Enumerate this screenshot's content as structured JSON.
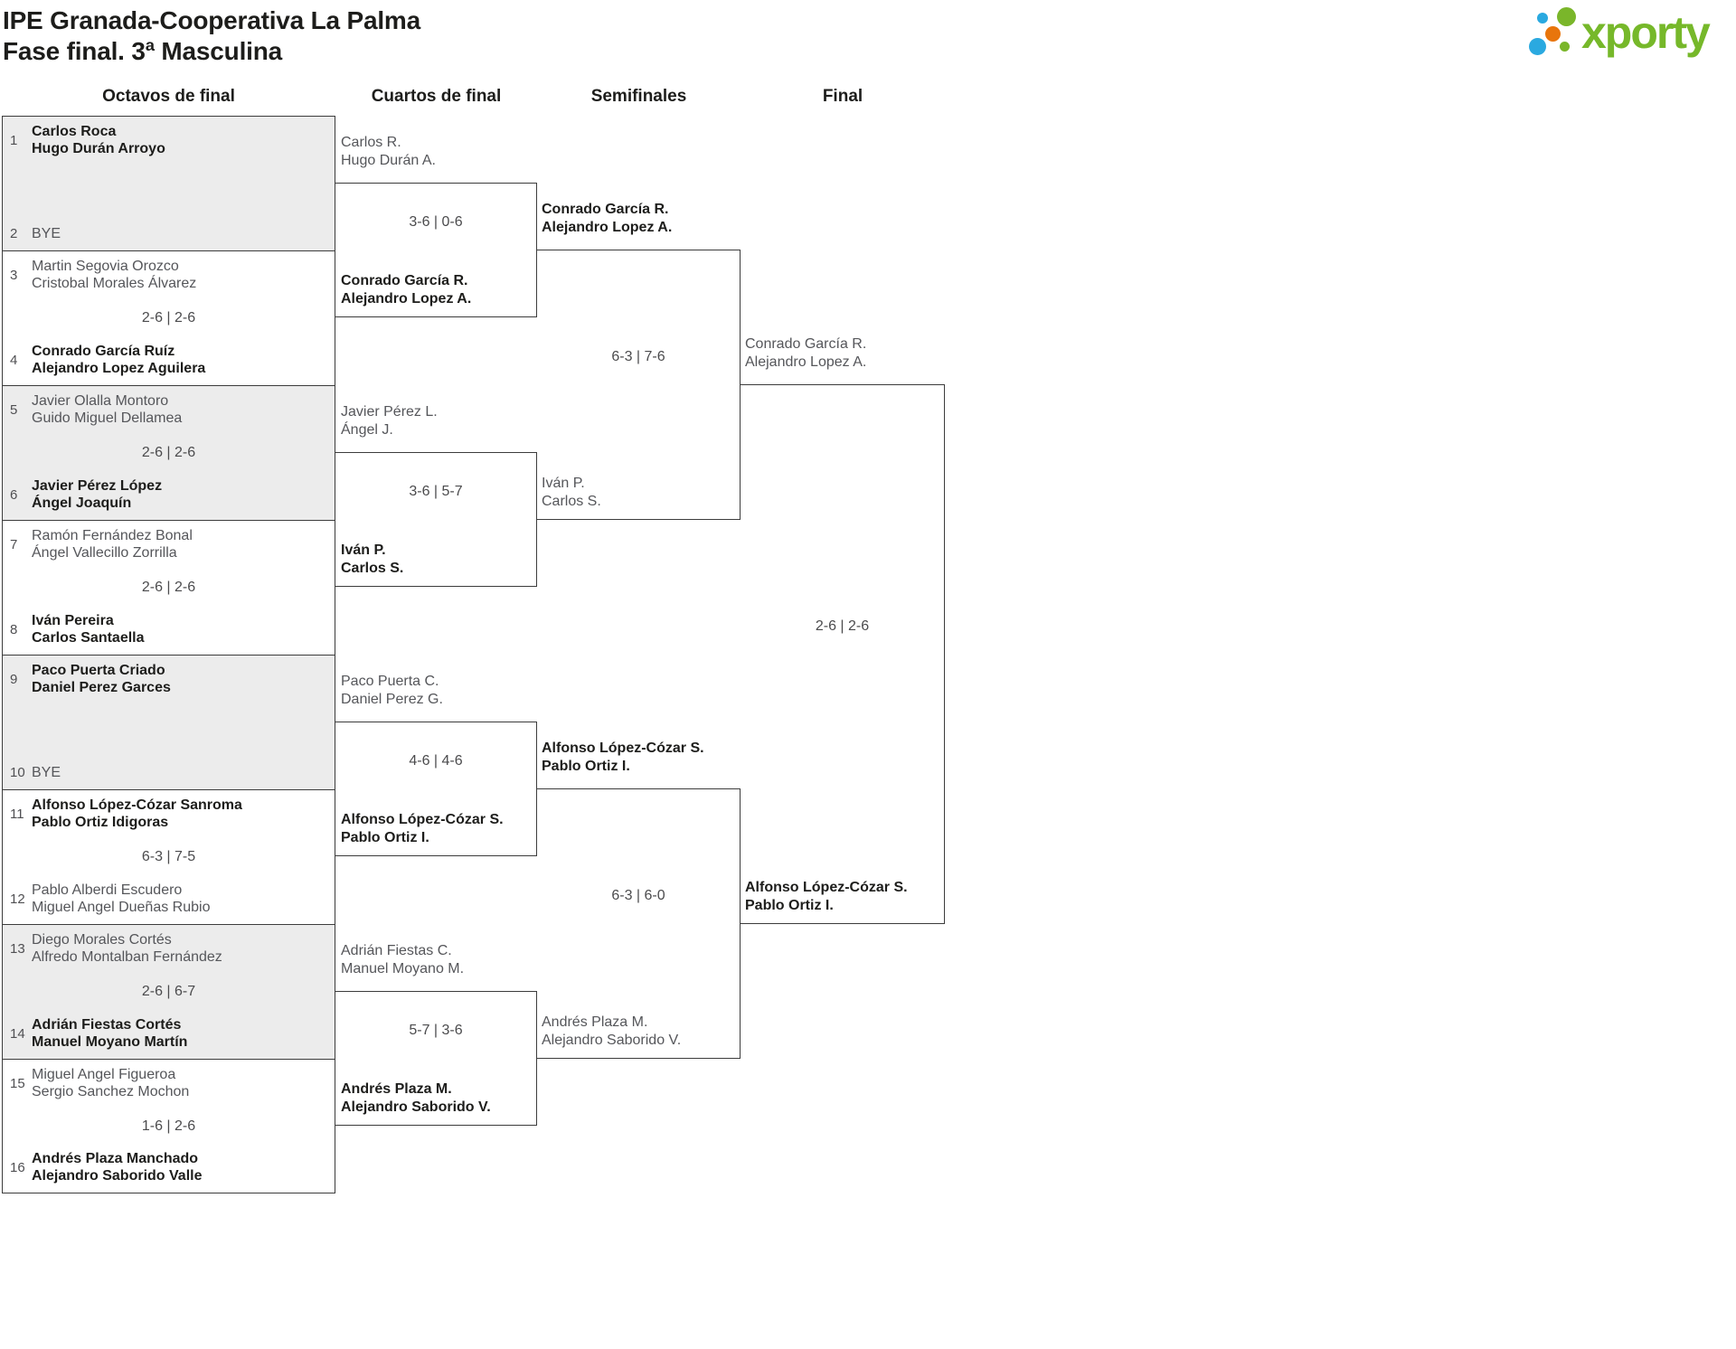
{
  "header": {
    "title_line1": "IPE Granada-Cooperativa La Palma",
    "title_line2": "Fase final. 3ª Masculina"
  },
  "logo": {
    "text": "xporty",
    "colors": {
      "green": "#76b82a",
      "blue": "#2aa9e0",
      "orange": "#e8750c"
    }
  },
  "rounds": [
    "Octavos de final",
    "Cuartos de final",
    "Semifinales",
    "Final"
  ],
  "octavos": {
    "matches": [
      {
        "s1": "1",
        "t1": [
          "Carlos Roca",
          "Hugo Durán Arroyo"
        ],
        "s2": "2",
        "t2": [
          "BYE"
        ],
        "score": null
      },
      {
        "s1": "3",
        "t1": [
          "Martin Segovia Orozco",
          "Cristobal Morales Álvarez"
        ],
        "s2": "4",
        "t2": [
          "Conrado García Ruíz",
          "Alejandro Lopez Aguilera"
        ],
        "score": "2-6 | 2-6"
      },
      {
        "s1": "5",
        "t1": [
          "Javier Olalla Montoro",
          "Guido Miguel Dellamea"
        ],
        "s2": "6",
        "t2": [
          "Javier Pérez López",
          "Ángel Joaquín"
        ],
        "score": "2-6 | 2-6"
      },
      {
        "s1": "7",
        "t1": [
          "Ramón Fernández Bonal",
          "Ángel Vallecillo Zorrilla"
        ],
        "s2": "8",
        "t2": [
          "Iván Pereira",
          "Carlos Santaella"
        ],
        "score": "2-6 | 2-6"
      },
      {
        "s1": "9",
        "t1": [
          "Paco Puerta Criado",
          "Daniel Perez Garces"
        ],
        "s2": "10",
        "t2": [
          "BYE"
        ],
        "score": null
      },
      {
        "s1": "11",
        "t1": [
          "Alfonso López-Cózar Sanroma",
          "Pablo Ortiz Idigoras"
        ],
        "s2": "12",
        "t2": [
          "Pablo Alberdi Escudero",
          "Miguel Angel Dueñas Rubio"
        ],
        "score": "6-3 | 7-5"
      },
      {
        "s1": "13",
        "t1": [
          "Diego Morales Cortés",
          "Alfredo Montalban Fernández"
        ],
        "s2": "14",
        "t2": [
          "Adrián Fiestas Cortés",
          "Manuel Moyano Martín"
        ],
        "score": "2-6 | 6-7"
      },
      {
        "s1": "15",
        "t1": [
          "Miguel Angel Figueroa",
          "Sergio Sanchez Mochon"
        ],
        "s2": "16",
        "t2": [
          "Andrés Plaza Manchado",
          "Alejandro Saborido Valle"
        ],
        "score": "1-6 | 2-6"
      }
    ]
  },
  "cuartos": {
    "matches": [
      {
        "top": [
          "Carlos R.",
          "Hugo Durán A."
        ],
        "score": "3-6 | 0-6",
        "bottom": [
          "Conrado García R.",
          "Alejandro Lopez A."
        ]
      },
      {
        "top": [
          "Javier Pérez L.",
          "Ángel J."
        ],
        "score": "3-6 | 5-7",
        "bottom": [
          "Iván P.",
          "Carlos S."
        ]
      },
      {
        "top": [
          "Paco Puerta C.",
          "Daniel Perez G."
        ],
        "score": "4-6 | 4-6",
        "bottom": [
          "Alfonso López-Cózar S.",
          "Pablo Ortiz I."
        ]
      },
      {
        "top": [
          "Adrián Fiestas C.",
          "Manuel Moyano M."
        ],
        "score": "5-7 | 3-6",
        "bottom": [
          "Andrés Plaza M.",
          "Alejandro Saborido V."
        ]
      }
    ]
  },
  "semifinales": {
    "matches": [
      {
        "top": [
          "Conrado García R.",
          "Alejandro Lopez A."
        ],
        "score": "6-3 | 7-6",
        "bottom": [
          "Iván P.",
          "Carlos S."
        ]
      },
      {
        "top": [
          "Alfonso López-Cózar S.",
          "Pablo Ortiz I."
        ],
        "score": "6-3 | 6-0",
        "bottom": [
          "Andrés Plaza M.",
          "Alejandro Saborido V."
        ]
      }
    ]
  },
  "final": {
    "top": [
      "Conrado García R.",
      "Alejandro Lopez A."
    ],
    "score": "2-6 | 2-6",
    "bottom": [
      "Alfonso López-Cózar S.",
      "Pablo Ortiz I."
    ]
  }
}
